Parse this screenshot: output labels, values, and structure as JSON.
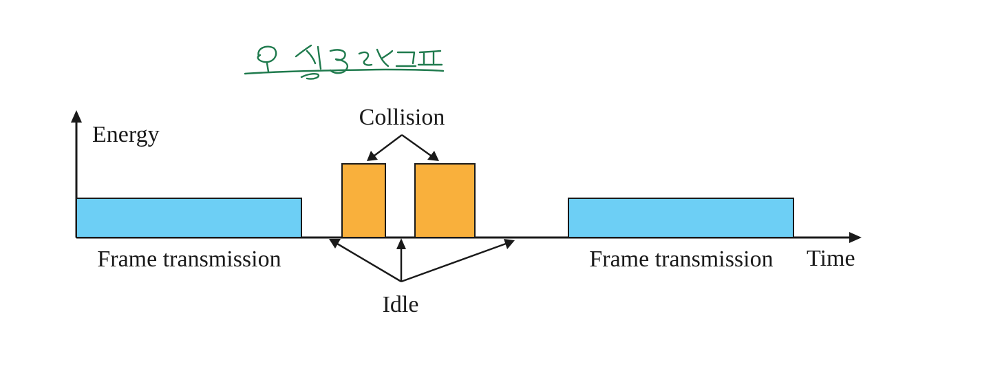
{
  "axes": {
    "y_label": "Energy",
    "x_label": "Time"
  },
  "labels": {
    "collision": "Collision",
    "idle": "Idle",
    "frame_left": "Frame transmission",
    "frame_right": "Frame transmission"
  },
  "colors": {
    "frame_fill": "#6dcff5",
    "collision_fill": "#f9b03c",
    "outline": "#1a1a1a",
    "handwriting": "#1f7a4d"
  },
  "handwritten_note": "오 쉽3스크ㅍ"
}
